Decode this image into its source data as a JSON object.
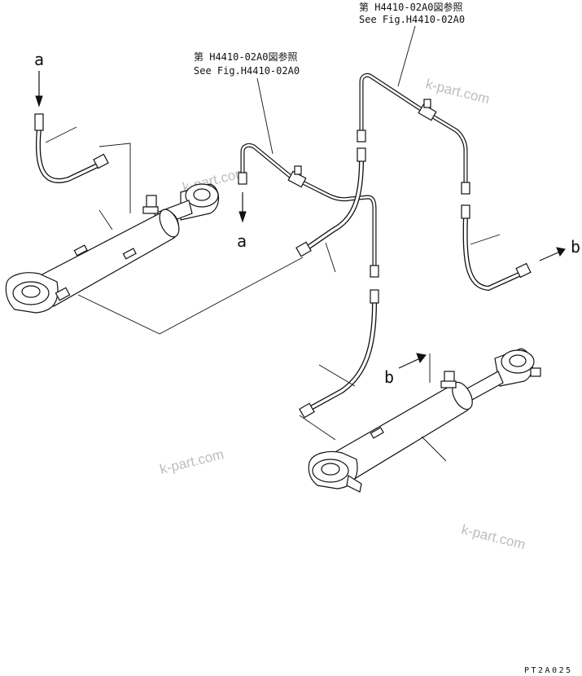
{
  "labels": {
    "ref_top_jp": "第 H4410-02A0図参照",
    "ref_top_en": "See Fig.H4410-02A0",
    "ref_mid_jp": "第 H4410-02A0図参照",
    "ref_mid_en": "See Fig.H4410-02A0",
    "connector_a_top": "a",
    "connector_a_bottom": "a",
    "connector_b_right": "b",
    "connector_b_lower": "b",
    "drawing_code": "PT2A025"
  },
  "watermarks": [
    "k-part.com",
    "k-part.com",
    "k-part.com",
    "k-part.com"
  ],
  "colors": {
    "line": "#111111",
    "background": "#ffffff",
    "watermark": "#bdbdbd"
  }
}
